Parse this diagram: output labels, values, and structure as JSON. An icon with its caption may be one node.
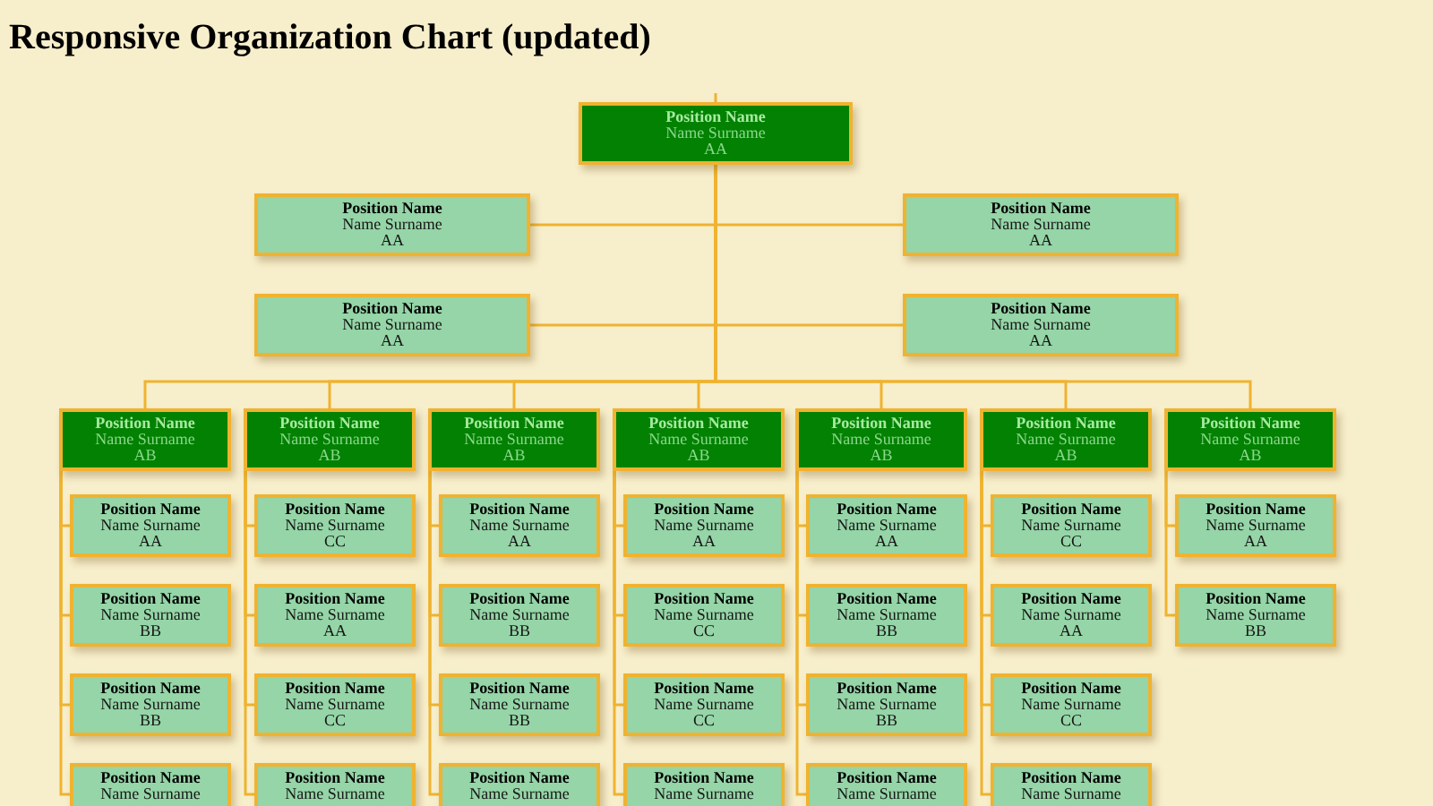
{
  "diagram": {
    "title": "Responsive Organization Chart (updated)",
    "nodes": [
      {
        "text": [
          "Position Name",
          "Name Surname",
          "AA"
        ]
      },
      {
        "text": [
          "Position Name",
          "Name Surname",
          "AA"
        ]
      },
      {
        "text": [
          "Position Name",
          "Name Surname",
          "AA"
        ]
      },
      {
        "text": [
          "Position Name",
          "Name Surname",
          "AA"
        ]
      },
      {
        "text": [
          "Position Name",
          "Name Surname",
          "AA"
        ]
      },
      {
        "text": [
          "Position Name",
          "Name Surname",
          "AB"
        ]
      },
      {
        "text": [
          "Position Name",
          "Name Surname",
          "AB"
        ]
      },
      {
        "text": [
          "Position Name",
          "Name Surname",
          "AB"
        ]
      },
      {
        "text": [
          "Position Name",
          "Name Surname",
          "AB"
        ]
      },
      {
        "text": [
          "Position Name",
          "Name Surname",
          "AB"
        ]
      },
      {
        "text": [
          "Position Name",
          "Name Surname",
          "AB"
        ]
      },
      {
        "text": [
          "Position Name",
          "Name Surname",
          "AB"
        ]
      },
      {
        "text": [
          "Position Name",
          "Name Surname",
          "AA"
        ]
      },
      {
        "text": [
          "Position Name",
          "Name Surname",
          "BB"
        ]
      },
      {
        "text": [
          "Position Name",
          "Name Surname",
          "BB"
        ]
      },
      {
        "text": [
          "Position Name",
          "Name Surname"
        ]
      },
      {
        "text": [
          "Position Name",
          "Name Surname",
          "CC"
        ]
      },
      {
        "text": [
          "Position Name",
          "Name Surname",
          "AA"
        ]
      },
      {
        "text": [
          "Position Name",
          "Name Surname",
          "CC"
        ]
      },
      {
        "text": [
          "Position Name",
          "Name Surname"
        ]
      },
      {
        "text": [
          "Position Name",
          "Name Surname",
          "AA"
        ]
      },
      {
        "text": [
          "Position Name",
          "Name Surname",
          "BB"
        ]
      },
      {
        "text": [
          "Position Name",
          "Name Surname",
          "BB"
        ]
      },
      {
        "text": [
          "Position Name",
          "Name Surname"
        ]
      },
      {
        "text": [
          "Position Name",
          "Name Surname",
          "AA"
        ]
      },
      {
        "text": [
          "Position Name",
          "Name Surname",
          "CC"
        ]
      },
      {
        "text": [
          "Position Name",
          "Name Surname",
          "CC"
        ]
      },
      {
        "text": [
          "Position Name",
          "Name Surname"
        ]
      },
      {
        "text": [
          "Position Name",
          "Name Surname",
          "AA"
        ]
      },
      {
        "text": [
          "Position Name",
          "Name Surname",
          "BB"
        ]
      },
      {
        "text": [
          "Position Name",
          "Name Surname",
          "BB"
        ]
      },
      {
        "text": [
          "Position Name",
          "Name Surname"
        ]
      },
      {
        "text": [
          "Position Name",
          "Name Surname",
          "CC"
        ]
      },
      {
        "text": [
          "Position Name",
          "Name Surname",
          "AA"
        ]
      },
      {
        "text": [
          "Position Name",
          "Name Surname",
          "CC"
        ]
      },
      {
        "text": [
          "Position Name",
          "Name Surname"
        ]
      },
      {
        "text": [
          "Position Name",
          "Name Surname",
          "AA"
        ]
      },
      {
        "text": [
          "Position Name",
          "Name Surname",
          "BB"
        ]
      }
    ],
    "edges": [
      {
        "from": null,
        "to": 0,
        "arrow": "none"
      },
      {
        "from": 0,
        "to": 1,
        "arrow": "none"
      },
      {
        "from": 0,
        "to": 2,
        "arrow": "none"
      },
      {
        "from": 0,
        "to": 3,
        "arrow": "none"
      },
      {
        "from": 0,
        "to": 4,
        "arrow": "none"
      },
      {
        "from": 0,
        "to": 5,
        "arrow": "none"
      },
      {
        "from": 0,
        "to": 6,
        "arrow": "none"
      },
      {
        "from": 0,
        "to": 7,
        "arrow": "none"
      },
      {
        "from": 0,
        "to": 8,
        "arrow": "none"
      },
      {
        "from": 0,
        "to": 9,
        "arrow": "none"
      },
      {
        "from": 0,
        "to": 10,
        "arrow": "none"
      },
      {
        "from": 0,
        "to": 11,
        "arrow": "none"
      },
      {
        "from": 5,
        "to": 12,
        "arrow": "none"
      },
      {
        "from": 5,
        "to": 13,
        "arrow": "none"
      },
      {
        "from": 5,
        "to": 14,
        "arrow": "none"
      },
      {
        "from": 5,
        "to": 15,
        "arrow": "none"
      },
      {
        "from": 6,
        "to": 16,
        "arrow": "none"
      },
      {
        "from": 6,
        "to": 17,
        "arrow": "none"
      },
      {
        "from": 6,
        "to": 18,
        "arrow": "none"
      },
      {
        "from": 6,
        "to": 19,
        "arrow": "none"
      },
      {
        "from": 7,
        "to": 20,
        "arrow": "none"
      },
      {
        "from": 7,
        "to": 21,
        "arrow": "none"
      },
      {
        "from": 7,
        "to": 22,
        "arrow": "none"
      },
      {
        "from": 7,
        "to": 23,
        "arrow": "none"
      },
      {
        "from": 8,
        "to": 24,
        "arrow": "none"
      },
      {
        "from": 8,
        "to": 25,
        "arrow": "none"
      },
      {
        "from": 8,
        "to": 26,
        "arrow": "none"
      },
      {
        "from": 8,
        "to": 27,
        "arrow": "none"
      },
      {
        "from": 9,
        "to": 28,
        "arrow": "none"
      },
      {
        "from": 9,
        "to": 29,
        "arrow": "none"
      },
      {
        "from": 9,
        "to": 30,
        "arrow": "none"
      },
      {
        "from": 9,
        "to": 31,
        "arrow": "none"
      },
      {
        "from": 10,
        "to": 32,
        "arrow": "none"
      },
      {
        "from": 10,
        "to": 33,
        "arrow": "none"
      },
      {
        "from": 10,
        "to": 34,
        "arrow": "none"
      },
      {
        "from": 10,
        "to": 35,
        "arrow": "none"
      },
      {
        "from": 11,
        "to": 36,
        "arrow": "none"
      },
      {
        "from": 11,
        "to": 37,
        "arrow": "none"
      }
    ]
  }
}
